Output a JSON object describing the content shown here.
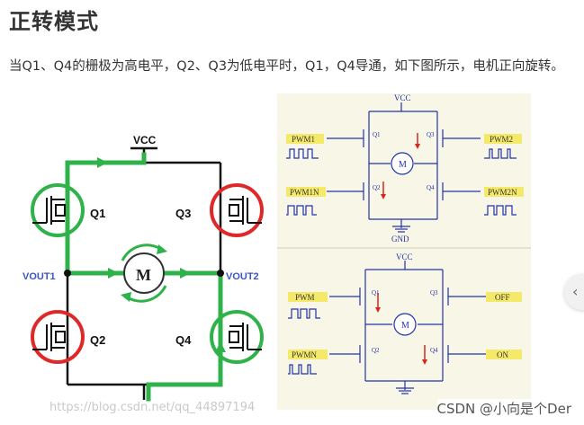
{
  "heading": "正转模式",
  "paragraph": "当Q1、Q4的栅极为高电平，Q2、Q3为低电平时，Q1，Q4导通，如下图所示，电机正向旋转。",
  "left_figure": {
    "vcc": "VCC",
    "q1": "Q1",
    "q2": "Q2",
    "q3": "Q3",
    "q4": "Q4",
    "vout1": "VOUT1",
    "vout2": "VOUT2",
    "motor": "M"
  },
  "right_figure": {
    "vcc_top": "VCC",
    "gnd_top": "GND",
    "vcc_bottom": "VCC",
    "pwm1": "PWM1",
    "pwm2": "PWM2",
    "pwm1n": "PWM1N",
    "pwm2n": "PWM2N",
    "pwm": "PWM",
    "off": "OFF",
    "pwmn": "PWMN",
    "on": "ON",
    "q1": "Q1",
    "q2": "Q2",
    "q3": "Q3",
    "q4": "Q4",
    "motor": "M"
  },
  "watermark": "https://blog.csdn.net/qq_44897194",
  "csdn_credit": "CSDN @小向是个Der",
  "colors": {
    "current_path": "#2fb24a",
    "mosfet_circle": "#e02828",
    "inactive_circle": "#2fb24a",
    "label_blue": "#3a56c9",
    "tag_yellow": "#f5e96a",
    "schematic_blue": "#2233aa",
    "arrow_red": "#d8261c"
  }
}
